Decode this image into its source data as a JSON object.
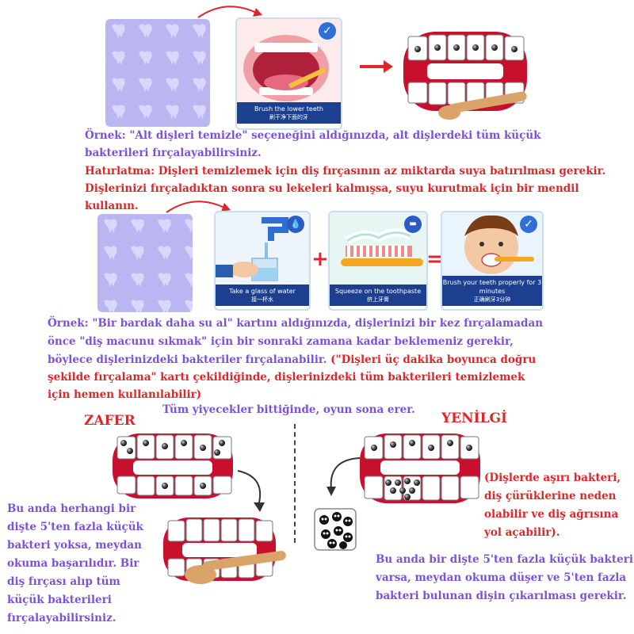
{
  "cards": {
    "brush_lower": {
      "caption": "Brush the lower teeth",
      "caption_sub": "刷干净下面的牙",
      "check_icon": "check-icon"
    },
    "glass_water": {
      "caption": "Take a glass of water",
      "caption_sub": "接一杯水",
      "badge_icon": "water-drops-icon"
    },
    "squeeze_paste": {
      "caption": "Squeeze on the toothpaste",
      "caption_sub": "挤上牙膏",
      "badge_icon": "toothpaste-icon"
    },
    "brush_properly": {
      "caption": "Brush your teeth properly for 3 minutes",
      "caption_sub": "正确刷牙3分钟",
      "check_icon": "check-icon"
    }
  },
  "operators": {
    "plus": "+",
    "equals": "="
  },
  "text": {
    "example1_line1": "Örnek: \"Alt dişleri temizle\" seçeneğini aldığınızda, alt dişlerdeki tüm küçük",
    "example1_line2": "bakterileri fırçalayabilirsiniz.",
    "reminder_line1": "Hatırlatma: Dişleri temizlemek için diş fırçasının az miktarda suya batırılması gerekir.",
    "reminder_line2": "Dişlerinizi fırçaladıktan sonra su lekeleri kalmışsa, suyu kurutmak için bir mendil",
    "reminder_line3": "kullanın.",
    "example2_line1": "Örnek: \"Bir bardak daha su al\" kartını aldığınızda, dişlerinizi bir kez fırçalamadan",
    "example2_line2": "önce \"diş macunu sıkmak\" için bir sonraki zamana kadar beklemeniz gerekir,",
    "example2_line3": "böylece dişlerinizdeki bakteriler fırçalanabilir.",
    "example2_line3_red": " (\"Dişleri üç dakika boyunca doğru",
    "example2_line4": "şekilde fırçalama\" kartı çekildiğinde, dişlerinizdeki tüm bakterileri temizlemek",
    "example2_line5": "için hemen kullanılabilir)",
    "game_end": "Tüm yiyecekler bittiğinde, oyun sona erer.",
    "victory": "ZAFER",
    "defeat": "YENİLGİ",
    "victory_desc": [
      "Bu anda herhangi bir",
      "dişte 5'ten fazla küçük",
      "bakteri yoksa, meydan",
      "okuma başarılıdır. Bir",
      "diş fırçası alıp tüm",
      "küçük bakterileri",
      "fırçalayabilirsiniz."
    ],
    "defeat_note": [
      "(Dişlerde aşırı bakteri,",
      "diş çürüklerine neden",
      "olabilir ve diş ağrısına",
      "yol açabilir)."
    ],
    "defeat_desc": [
      "Bu anda bir dişte 5'ten fazla küçük bakteri",
      "varsa, meydan okuma düşer ve 5'ten fazla",
      "bakteri bulunan dişin çıkarılması gerekir."
    ]
  },
  "colors": {
    "purple_text": "#7b52d9",
    "red_text": "#e0262a",
    "card_back": "#b9b6f2",
    "caption_bar": "#1c3f8f",
    "gum": "#c8102e",
    "toothbrush": "#d9a36a"
  }
}
